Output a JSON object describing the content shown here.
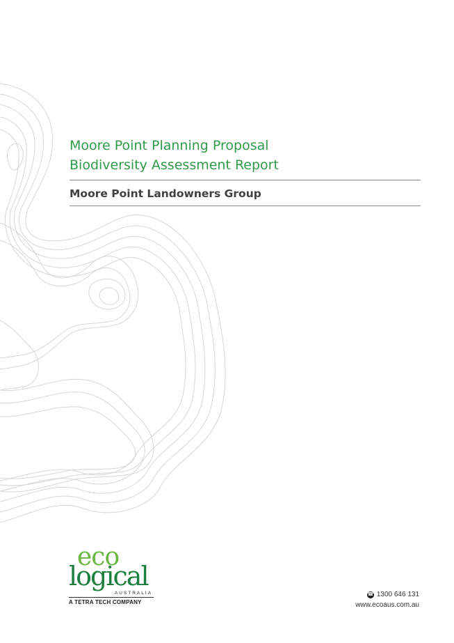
{
  "report": {
    "title_line1": "Moore Point Planning Proposal",
    "title_line2": "Biodiversity Assessment Report",
    "client": "Moore Point Landowners Group"
  },
  "logo": {
    "eco": "eco",
    "logical": "logical",
    "australia": "AUSTRALIA",
    "tagline": "A TETRA TECH COMPANY"
  },
  "contact": {
    "phone_icon": "phone-icon",
    "phone": "1300 646 131",
    "website": "www.ecoaus.com.au"
  },
  "colors": {
    "title_green": "#2f9a48",
    "logo_light_green": "#69b740",
    "logo_dark_green": "#1d7f3d",
    "contour_grey": "#d3d3d3"
  }
}
